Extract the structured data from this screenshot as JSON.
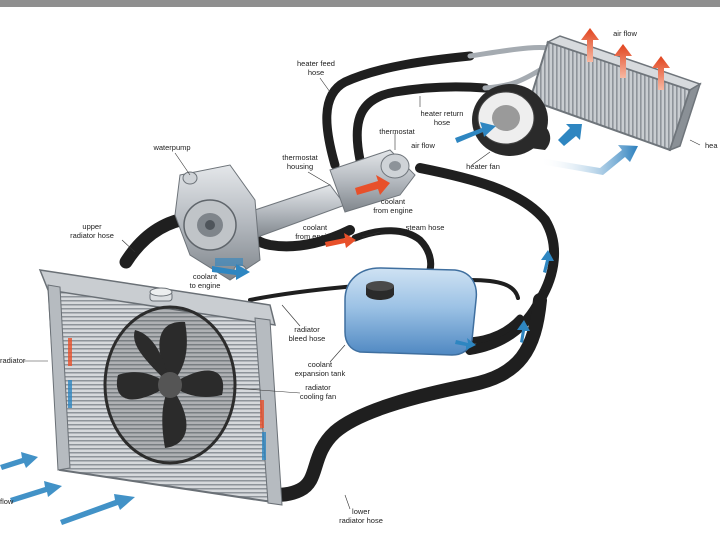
{
  "labels": {
    "heater_feed_hose": "heater feed\nhose",
    "air_flow_top": "air flow",
    "heater_return_hose": "heater return\nhose",
    "thermostat": "thermostat",
    "air_flow_mid": "air flow",
    "heater_right_partial": "hea",
    "heater_fan": "heater fan",
    "waterpump": "waterpump",
    "thermostat_housing": "thermostat\nhousing",
    "coolant_from_engine_1": "coolant\nfrom engine",
    "upper_radiator_hose": "upper\nradiator hose",
    "coolant_from_engine_2": "coolant\nfrom engine",
    "steam_hose": "steam hose",
    "coolant_to_engine": "coolant\nto engine",
    "radiator": "radiator",
    "radiator_bleed_hose": "radiator\nbleed hose",
    "coolant_expansion_tank": "coolant\nexpansion tank",
    "radiator_cooling_fan": "radiator\ncooling fan",
    "air_flow_left_partial": "flow",
    "lower_radiator_hose": "lower\nradiator hose"
  },
  "colors": {
    "hose": "#1f1f1f",
    "hot_arrow": "#e8502a",
    "cold_arrow": "#2e86c1",
    "metal": "#b9bec4",
    "tank": "#6fa3d6",
    "radiator_frame": "#9aa0a6"
  }
}
